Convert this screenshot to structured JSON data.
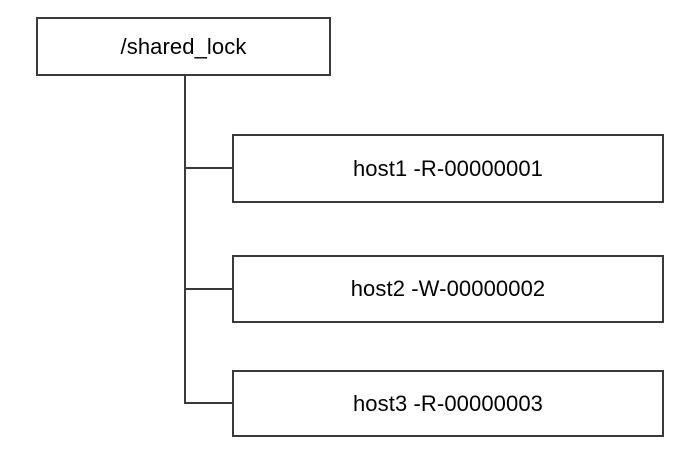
{
  "diagram": {
    "type": "tree",
    "background_color": "#ffffff",
    "line_color": "#3a3a3a",
    "text_color": "#000000",
    "box_fill": "#ffffff",
    "root": {
      "label": "/shared_lock"
    },
    "children": [
      {
        "label": "host1 -R-00000001"
      },
      {
        "label": "host2 -W-00000002"
      },
      {
        "label": "host3 -R-00000003"
      }
    ]
  }
}
